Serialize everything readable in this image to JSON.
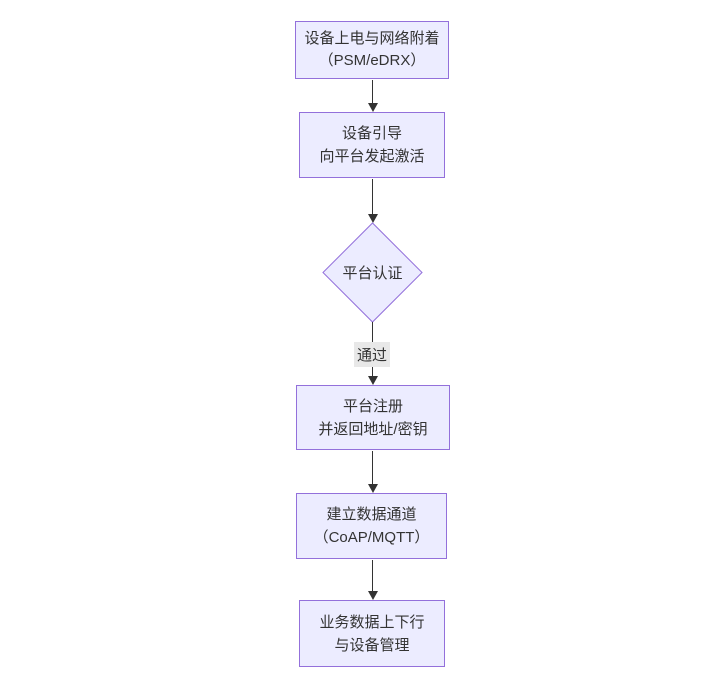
{
  "diagram": {
    "type": "flowchart",
    "direction": "top-down",
    "colors": {
      "node_fill": "#ECECFF",
      "node_border": "#9370DB",
      "arrow": "#333333",
      "text": "#333333",
      "edge_label_bg": "#e8e8e8",
      "background": "#ffffff"
    },
    "nodes": [
      {
        "id": "power-on",
        "shape": "rect",
        "lines": [
          "设备上电与网络附着",
          "（PSM/eDRX）"
        ]
      },
      {
        "id": "bootstrap",
        "shape": "rect",
        "lines": [
          "设备引导",
          "向平台发起激活"
        ]
      },
      {
        "id": "auth",
        "shape": "diamond",
        "lines": [
          "平台认证"
        ]
      },
      {
        "id": "register",
        "shape": "rect",
        "lines": [
          "平台注册",
          "并返回地址/密钥"
        ]
      },
      {
        "id": "channel",
        "shape": "rect",
        "lines": [
          "建立数据通道",
          "（CoAP/MQTT）"
        ]
      },
      {
        "id": "business",
        "shape": "rect",
        "lines": [
          "业务数据上下行",
          "与设备管理"
        ]
      }
    ],
    "edges": [
      {
        "from": "power-on",
        "to": "bootstrap",
        "label": ""
      },
      {
        "from": "bootstrap",
        "to": "auth",
        "label": ""
      },
      {
        "from": "auth",
        "to": "register",
        "label": "通过"
      },
      {
        "from": "register",
        "to": "channel",
        "label": ""
      },
      {
        "from": "channel",
        "to": "business",
        "label": ""
      }
    ]
  }
}
